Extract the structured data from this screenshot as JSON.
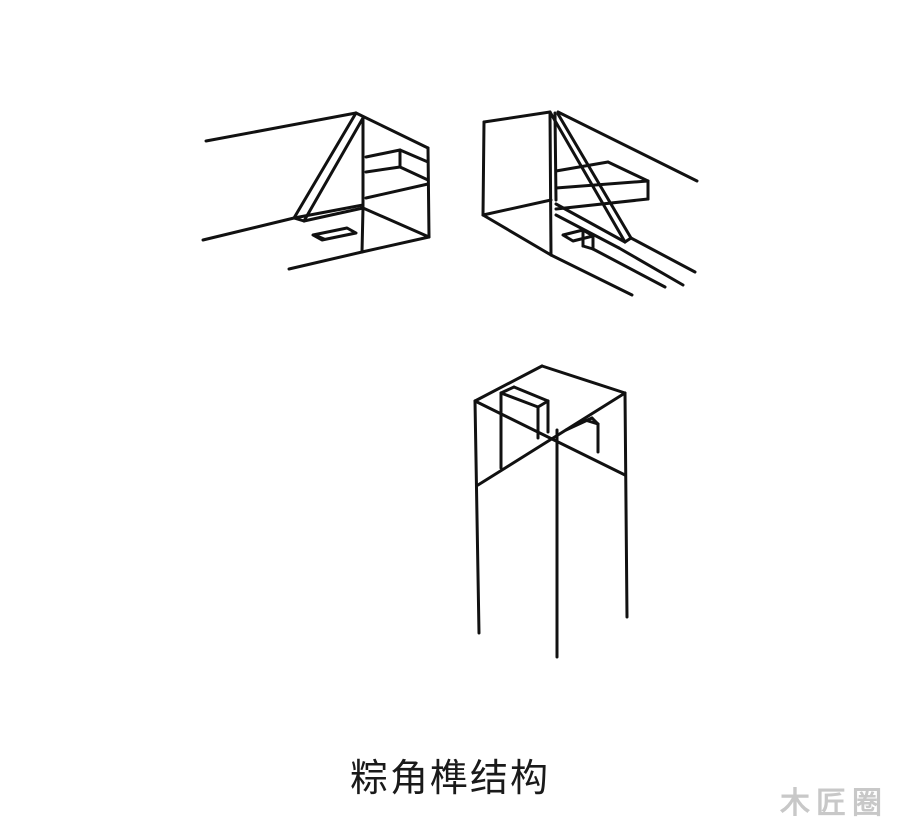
{
  "figure": {
    "caption": "粽角榫结构",
    "watermark": "木匠圈",
    "line_color": "#111111",
    "background": "#ffffff",
    "panels": [
      {
        "id": "top-left",
        "description": "horizontal member with diagonal mitre face and protruding tenon, mortise hole on underside"
      },
      {
        "id": "top-right",
        "description": "mating horizontal member with diagonal mitre face, slot and mortise"
      },
      {
        "id": "bottom-center",
        "description": "vertical post top with mitred faces and tenons"
      }
    ]
  }
}
